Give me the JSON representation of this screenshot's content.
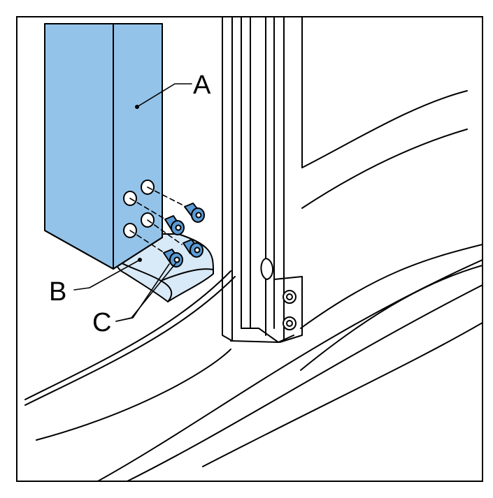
{
  "diagram": {
    "labels": {
      "a": "A",
      "b": "B",
      "c": "C"
    },
    "colors": {
      "panel_fill": "#94c3e9",
      "bracket_fill": "#d8e9f7",
      "screw_fill": "#5b9bd5",
      "line": "#000000",
      "background": "#ffffff"
    }
  }
}
